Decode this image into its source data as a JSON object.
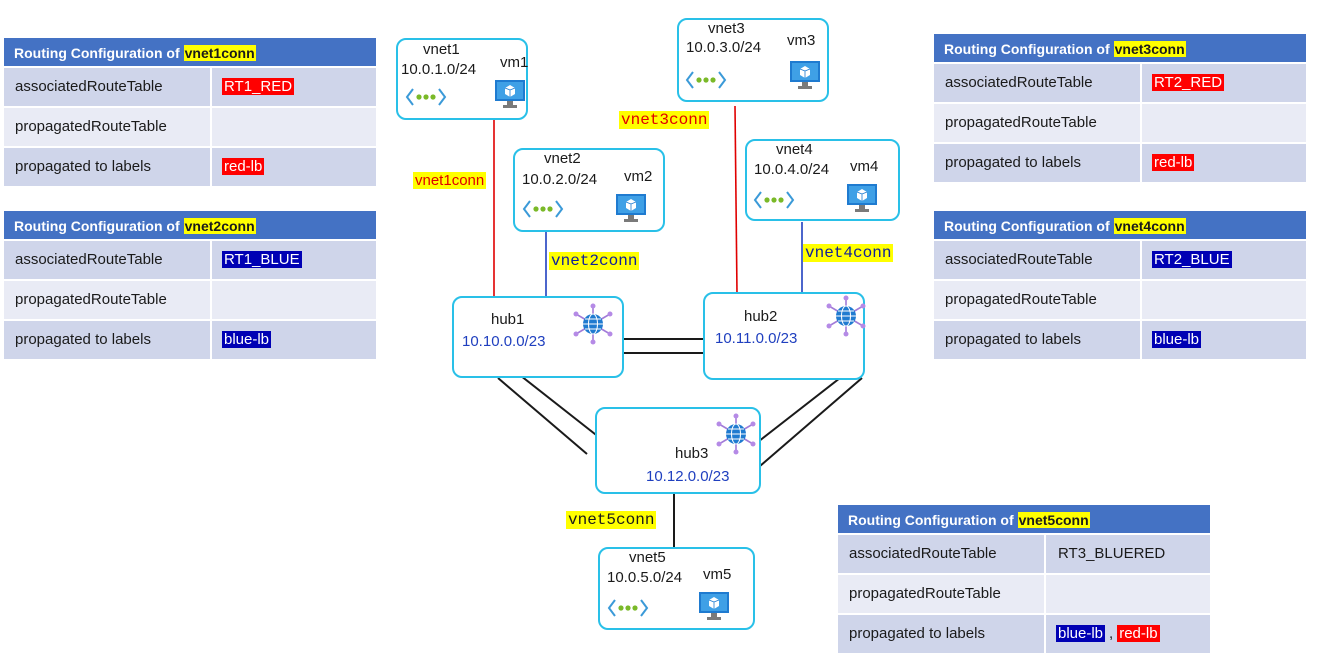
{
  "tables": {
    "t1": {
      "title_prefix": "Routing Configuration of",
      "conn": "vnet1conn",
      "rows": [
        {
          "label": "associatedRouteTable",
          "value": "RT1_RED",
          "style": "red"
        },
        {
          "label": "propagatedRouteTable",
          "value": "",
          "style": "plain"
        },
        {
          "label": "propagated to labels",
          "value": "red-lb",
          "style": "red"
        }
      ]
    },
    "t2": {
      "title_prefix": "Routing Configuration of",
      "conn": "vnet2conn",
      "rows": [
        {
          "label": "associatedRouteTable",
          "value": "RT1_BLUE",
          "style": "blue"
        },
        {
          "label": "propagatedRouteTable",
          "value": "",
          "style": "plain"
        },
        {
          "label": "propagated to labels",
          "value": "blue-lb",
          "style": "blue"
        }
      ]
    },
    "t3": {
      "title_prefix": "Routing Configuration of",
      "conn": "vnet3conn",
      "rows": [
        {
          "label": "associatedRouteTable",
          "value": "RT2_RED",
          "style": "red"
        },
        {
          "label": "propagatedRouteTable",
          "value": "",
          "style": "plain"
        },
        {
          "label": "propagated to labels",
          "value": "red-lb",
          "style": "red"
        }
      ]
    },
    "t4": {
      "title_prefix": "Routing Configuration of",
      "conn": "vnet4conn",
      "rows": [
        {
          "label": "associatedRouteTable",
          "value": "RT2_BLUE",
          "style": "blue"
        },
        {
          "label": "propagatedRouteTable",
          "value": "",
          "style": "plain"
        },
        {
          "label": "propagated to labels",
          "value": "blue-lb",
          "style": "blue"
        }
      ]
    },
    "t5": {
      "title_prefix": "Routing Configuration of",
      "conn": "vnet5conn",
      "rows": [
        {
          "label": "associatedRouteTable",
          "value": "RT3_BLUERED",
          "style": "plain"
        },
        {
          "label": "propagatedRouteTable",
          "value": "",
          "style": "plain"
        },
        {
          "label": "propagated to labels",
          "value": "blue-lb",
          "style": "blue",
          "separator": ",",
          "value2": "red-lb",
          "style2": "red"
        }
      ]
    }
  },
  "vnets": {
    "vnet1": {
      "name": "vnet1",
      "cidr": "10.0.1.0/24",
      "vm": "vm1"
    },
    "vnet2": {
      "name": "vnet2",
      "cidr": "10.0.2.0/24",
      "vm": "vm2"
    },
    "vnet3": {
      "name": "vnet3",
      "cidr": "10.0.3.0/24",
      "vm": "vm3"
    },
    "vnet4": {
      "name": "vnet4",
      "cidr": "10.0.4.0/24",
      "vm": "vm4"
    },
    "vnet5": {
      "name": "vnet5",
      "cidr": "10.0.5.0/24",
      "vm": "vm5"
    }
  },
  "hubs": {
    "hub1": {
      "name": "hub1",
      "cidr": "10.10.0.0/23"
    },
    "hub2": {
      "name": "hub2",
      "cidr": "10.11.0.0/23"
    },
    "hub3": {
      "name": "hub3",
      "cidr": "10.12.0.0/23"
    }
  },
  "connections": {
    "vnet1conn": "vnet1conn",
    "vnet2conn": "vnet2conn",
    "vnet3conn": "vnet3conn",
    "vnet4conn": "vnet4conn",
    "vnet5conn": "vnet5conn"
  },
  "colors": {
    "table_header": "#4472c4",
    "row_dark": "#cfd5ea",
    "row_light": "#e9ebf5",
    "highlight": "#ffff00",
    "red_tag": "#ff0000",
    "blue_tag": "#0000b4",
    "node_border": "#29c0e8",
    "red_link": "#e00000",
    "blue_link": "#1f3fbf"
  },
  "icons": {
    "vnet": "vnet-icon",
    "vm": "vm-icon",
    "hub": "virtual-hub-icon"
  }
}
